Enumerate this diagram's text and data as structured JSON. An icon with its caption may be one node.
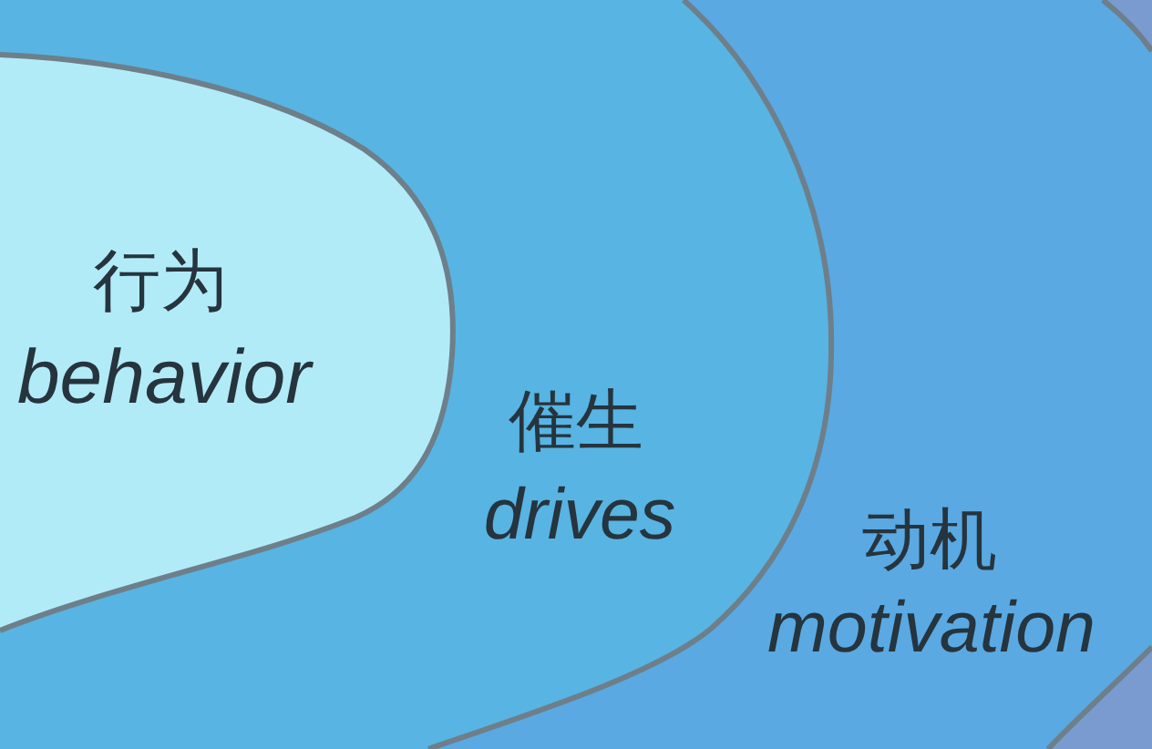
{
  "diagram": {
    "nodes": [
      {
        "text": [
          "动机",
          "motivation"
        ]
      },
      {
        "text": [
          "催生",
          "drives"
        ],
        "in": 0
      },
      {
        "text": [
          "行为",
          "behavior"
        ],
        "in": 1
      }
    ]
  }
}
